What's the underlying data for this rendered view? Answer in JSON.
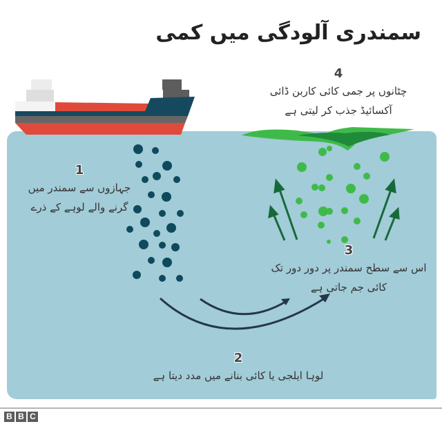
{
  "title": "سمندری آلودگی میں کمی",
  "steps": [
    {
      "number": "1",
      "lines": [
        "جہازوں سے سمندر میں",
        "گرنے والے لوہے کے ذرے"
      ]
    },
    {
      "number": "2",
      "lines": [
        "لوہا ایلجی یا کائی بنانے میں مدد دیتا ہے"
      ]
    },
    {
      "number": "3",
      "lines": [
        "اس سے سطح سمندر پر دور دور تک",
        "کائی جم جاتی ہے"
      ]
    },
    {
      "number": "4",
      "lines": [
        "چٹانوں پر جمی کائی کاربن ڈائی",
        "آکسائیڈ جذب کر لیتی ہے"
      ]
    }
  ],
  "logo": {
    "letters": [
      "B",
      "B",
      "C"
    ]
  },
  "colors": {
    "sea": "#a1ccd8",
    "iron_particles": "#0f4a5c",
    "algae_light": "#3fba4a",
    "algae_dark": "#1f8a3a",
    "arrows_green": "#17693a",
    "arrows_navy": "#25364a",
    "ship_red": "#e04a3a",
    "ship_navy": "#16495e",
    "ship_gray": "#666666"
  }
}
